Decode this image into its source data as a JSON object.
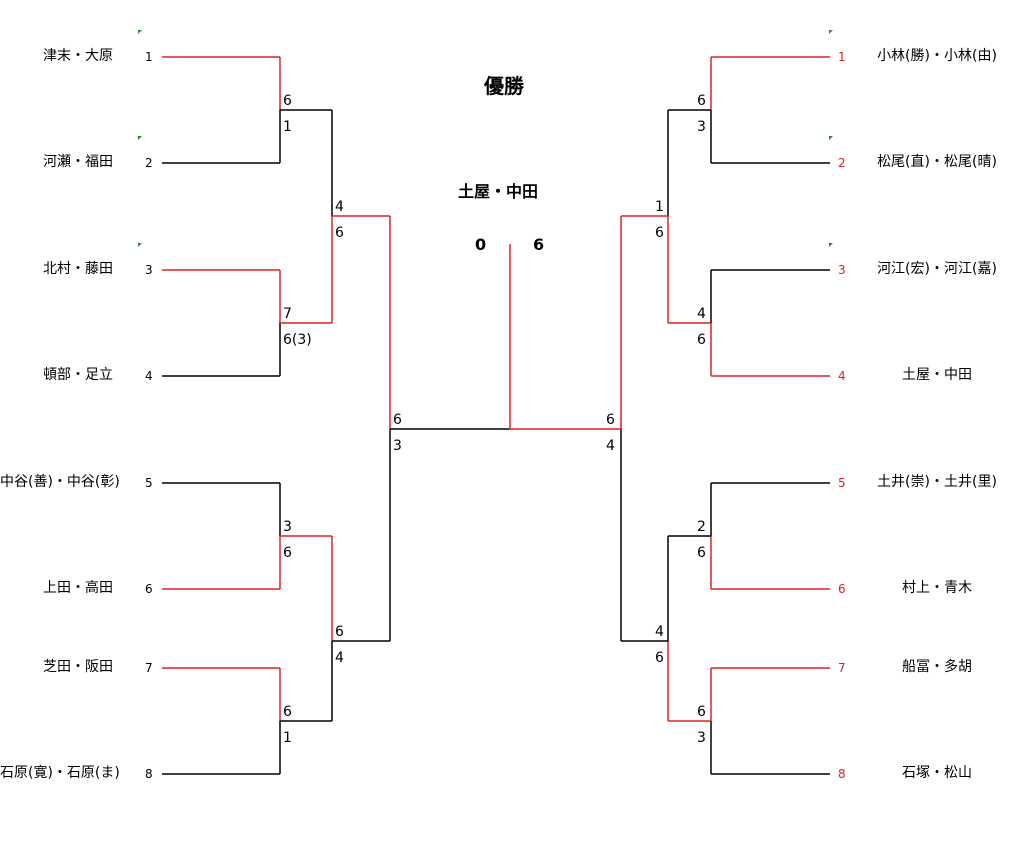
{
  "title": "優勝",
  "champion": "土屋・中田",
  "final_scores": {
    "left": "0",
    "right": "6"
  },
  "colors": {
    "win": "#dd2222",
    "line": "#000000",
    "mark": "#2a8a2a",
    "right_seed": "#dd2222"
  },
  "left_teams": [
    {
      "name": "津末・大原",
      "seed": "1"
    },
    {
      "name": "河瀬・福田",
      "seed": "2"
    },
    {
      "name": "北村・藤田",
      "seed": "3"
    },
    {
      "name": "頓部・足立",
      "seed": "4"
    },
    {
      "name": "中谷(善)・中谷(彰)",
      "seed": "5"
    },
    {
      "name": "上田・高田",
      "seed": "6"
    },
    {
      "name": "芝田・阪田",
      "seed": "7"
    },
    {
      "name": "石原(寛)・石原(ま)",
      "seed": "8"
    }
  ],
  "right_teams": [
    {
      "name": "小林(勝)・小林(由)",
      "seed": "1"
    },
    {
      "name": "松尾(直)・松尾(晴)",
      "seed": "2"
    },
    {
      "name": "河江(宏)・河江(嘉)",
      "seed": "3"
    },
    {
      "name": "土屋・中田",
      "seed": "4"
    },
    {
      "name": "土井(崇)・土井(里)",
      "seed": "5"
    },
    {
      "name": "村上・青木",
      "seed": "6"
    },
    {
      "name": "船冨・多胡",
      "seed": "7"
    },
    {
      "name": "石塚・松山",
      "seed": "8"
    }
  ],
  "left_r1": [
    {
      "top": "6",
      "bottom": "1",
      "winner": "top"
    },
    {
      "top": "7",
      "bottom": "6(3)",
      "winner": "top"
    },
    {
      "top": "3",
      "bottom": "6",
      "winner": "bottom"
    },
    {
      "top": "6",
      "bottom": "1",
      "winner": "top"
    }
  ],
  "left_r2": [
    {
      "top": "4",
      "bottom": "6",
      "winner": "bottom"
    },
    {
      "top": "6",
      "bottom": "4",
      "winner": "top"
    }
  ],
  "left_r3": {
    "top": "6",
    "bottom": "3",
    "winner": "top"
  },
  "right_r1": [
    {
      "top": "6",
      "bottom": "3",
      "winner": "top"
    },
    {
      "top": "4",
      "bottom": "6",
      "winner": "bottom"
    },
    {
      "top": "2",
      "bottom": "6",
      "winner": "bottom"
    },
    {
      "top": "6",
      "bottom": "3",
      "winner": "top"
    }
  ],
  "right_r2": [
    {
      "top": "1",
      "bottom": "6",
      "winner": "bottom"
    },
    {
      "top": "4",
      "bottom": "6",
      "winner": "bottom"
    }
  ],
  "right_r3": {
    "top": "6",
    "bottom": "4",
    "winner": "top"
  }
}
